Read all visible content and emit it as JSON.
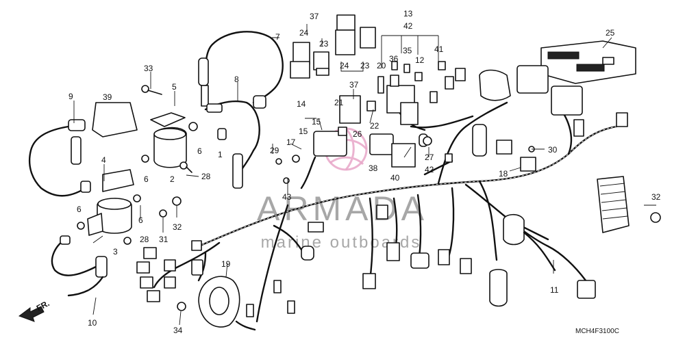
{
  "diagram_code": "MCH4F3100C",
  "direction_label": "FR.",
  "watermark": {
    "brand": "ARMADA",
    "tagline": "marine outboards"
  },
  "callouts": [
    {
      "id": "c37a",
      "text": "37"
    },
    {
      "id": "c24a",
      "text": "24"
    },
    {
      "id": "c23a",
      "text": "23"
    },
    {
      "id": "c24b",
      "text": "24"
    },
    {
      "id": "c23b",
      "text": "23"
    },
    {
      "id": "c13",
      "text": "13"
    },
    {
      "id": "c42a",
      "text": "42"
    },
    {
      "id": "c20",
      "text": "20"
    },
    {
      "id": "c36",
      "text": "36"
    },
    {
      "id": "c35",
      "text": "35"
    },
    {
      "id": "c41",
      "text": "41"
    },
    {
      "id": "c12",
      "text": "12"
    },
    {
      "id": "c25",
      "text": "25"
    },
    {
      "id": "c7",
      "text": "7"
    },
    {
      "id": "c33",
      "text": "33"
    },
    {
      "id": "c5",
      "text": "5"
    },
    {
      "id": "c8",
      "text": "8"
    },
    {
      "id": "c37b",
      "text": "37"
    },
    {
      "id": "c21",
      "text": "21"
    },
    {
      "id": "c14",
      "text": "14"
    },
    {
      "id": "c15a",
      "text": "15"
    },
    {
      "id": "c15b",
      "text": "15"
    },
    {
      "id": "c26",
      "text": "26"
    },
    {
      "id": "c22",
      "text": "22"
    },
    {
      "id": "c9",
      "text": "9"
    },
    {
      "id": "c39",
      "text": "39"
    },
    {
      "id": "c6a",
      "text": "6"
    },
    {
      "id": "c1",
      "text": "1"
    },
    {
      "id": "c17",
      "text": "17"
    },
    {
      "id": "c29",
      "text": "29"
    },
    {
      "id": "c38",
      "text": "38"
    },
    {
      "id": "c27",
      "text": "27"
    },
    {
      "id": "c42b",
      "text": "42"
    },
    {
      "id": "c40",
      "text": "40"
    },
    {
      "id": "c30",
      "text": "30"
    },
    {
      "id": "c18",
      "text": "18"
    },
    {
      "id": "c4",
      "text": "4"
    },
    {
      "id": "c6b",
      "text": "6"
    },
    {
      "id": "c2",
      "text": "2"
    },
    {
      "id": "c28a",
      "text": "28"
    },
    {
      "id": "c43",
      "text": "43"
    },
    {
      "id": "c6c",
      "text": "6"
    },
    {
      "id": "c6d",
      "text": "6"
    },
    {
      "id": "c32a",
      "text": "32"
    },
    {
      "id": "c31",
      "text": "31"
    },
    {
      "id": "c28b",
      "text": "28"
    },
    {
      "id": "c3",
      "text": "3"
    },
    {
      "id": "c32b",
      "text": "32"
    },
    {
      "id": "c19",
      "text": "19"
    },
    {
      "id": "c11",
      "text": "11"
    },
    {
      "id": "c10",
      "text": "10"
    },
    {
      "id": "c34",
      "text": "34"
    }
  ]
}
